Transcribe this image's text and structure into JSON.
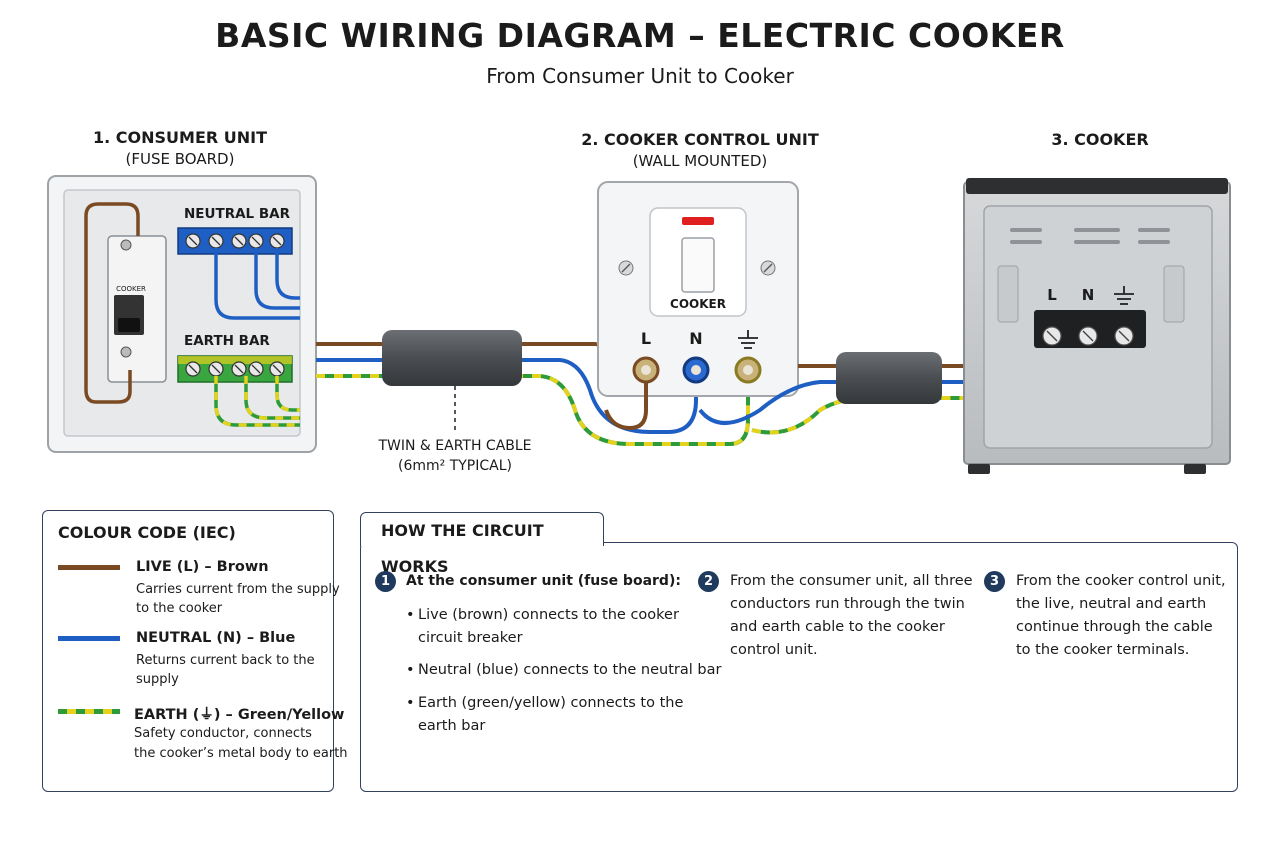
{
  "title": "BASIC WIRING DIAGRAM – ELECTRIC COOKER",
  "subtitle": "From Consumer Unit to Cooker",
  "sections": {
    "consumer_unit": {
      "heading": "1. CONSUMER UNIT",
      "sub": "(FUSE BOARD)",
      "neutral_bar": "NEUTRAL BAR",
      "earth_bar": "EARTH BAR",
      "breaker_label": "COOKER"
    },
    "control_unit": {
      "heading": "2. COOKER CONTROL UNIT",
      "sub": "(WALL MOUNTED)",
      "switch_label": "COOKER",
      "terminal_l": "L",
      "terminal_n": "N"
    },
    "cooker": {
      "heading": "3. COOKER",
      "terminal_l": "L",
      "terminal_n": "N"
    }
  },
  "cable": {
    "label_line1": "TWIN & EARTH CABLE",
    "label_line2": "(6mm² TYPICAL)"
  },
  "legend": {
    "title": "COLOUR CODE (IEC)",
    "items": [
      {
        "name": "LIVE (L) – Brown",
        "desc1": "Carries current from the supply",
        "desc2": "to the cooker",
        "color": "#7a4a22"
      },
      {
        "name": "NEUTRAL (N) – Blue",
        "desc1": "Returns current back to the",
        "desc2": "supply",
        "color": "#1f5fc4"
      },
      {
        "name": "EARTH (⏚) – Green/Yellow",
        "desc1": "Safety conductor, connects",
        "desc2": "the cooker’s metal body to earth",
        "color": "#2e9b3a",
        "color2": "#e3d21e"
      }
    ]
  },
  "how": {
    "tab_title": "HOW THE CIRCUIT WORKS",
    "step1": {
      "num": "1",
      "heading": "At the consumer unit (fuse board):",
      "b1a": "Live (brown) connects to the cooker",
      "b1b": "circuit breaker",
      "b2": "Neutral (blue) connects to the neutral bar",
      "b3a": "Earth (green/yellow) connects to the",
      "b3b": "earth bar"
    },
    "step2": {
      "num": "2",
      "l1": "From the consumer unit, all three",
      "l2": "conductors run through the twin",
      "l3": "and earth cable to the cooker",
      "l4": "control unit."
    },
    "step3": {
      "num": "3",
      "l1": "From the cooker control unit,",
      "l2": "the live, neutral and earth",
      "l3": "continue through the cable",
      "l4": "to the cooker terminals."
    }
  },
  "colors": {
    "live": "#7a4a22",
    "neutral": "#1f5fc4",
    "earth_green": "#2e9b3a",
    "earth_yellow": "#e3d21e",
    "panel_border": "#33425c",
    "indicator": "#e02020"
  }
}
